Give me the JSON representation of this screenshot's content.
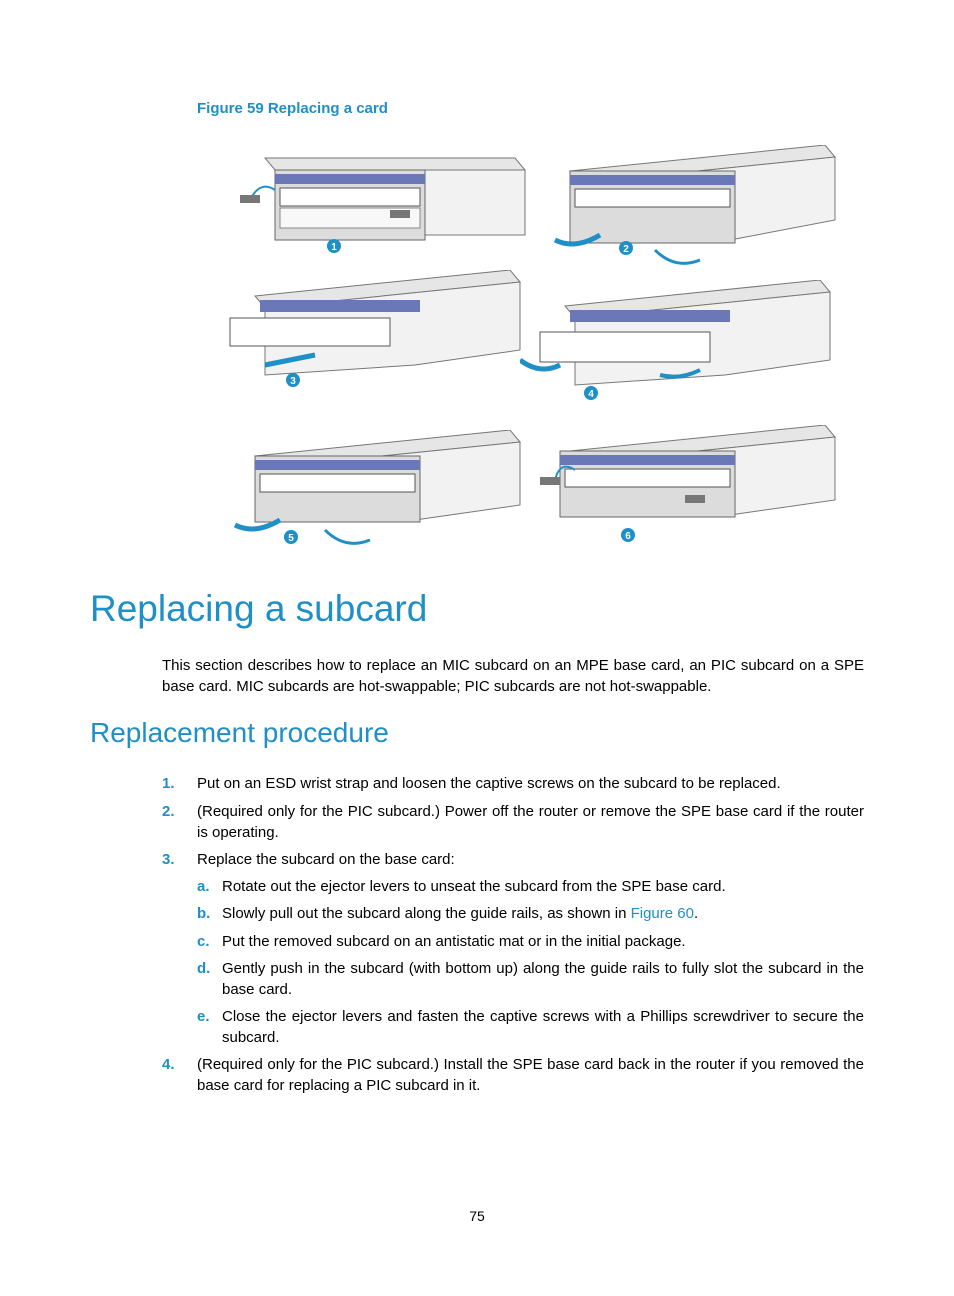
{
  "figure": {
    "caption": "Figure 59 Replacing a card",
    "step_markers": [
      "1",
      "2",
      "3",
      "4",
      "5",
      "6"
    ]
  },
  "heading": "Replacing a subcard",
  "intro": "This section describes how to replace an MIC subcard on an MPE base card, an PIC subcard on a SPE base card. MIC subcards are hot-swappable; PIC subcards are not hot-swappable.",
  "subheading": "Replacement procedure",
  "steps": [
    {
      "num": "1.",
      "text": "Put on an ESD wrist strap and loosen the captive screws on the subcard to be replaced."
    },
    {
      "num": "2.",
      "text": "(Required only for the PIC subcard.) Power off the router or remove the SPE base card if the router is operating."
    },
    {
      "num": "3.",
      "text": "Replace the subcard on the base card:"
    },
    {
      "num": "a.",
      "text": "Rotate out the ejector levers to unseat the subcard from the SPE base card."
    },
    {
      "num": "b.",
      "text_before": "Slowly pull out the subcard along the guide rails, as shown in ",
      "link": "Figure 60",
      "text_after": "."
    },
    {
      "num": "c.",
      "text": "Put the removed subcard on an antistatic mat or in the initial package."
    },
    {
      "num": "d.",
      "text": "Gently push in the subcard (with bottom up) along the guide rails to fully slot the subcard in the base card."
    },
    {
      "num": "e.",
      "text": "Close the ejector levers and fasten the captive screws with a Phillips screwdriver to secure the subcard."
    },
    {
      "num": "4.",
      "text": "(Required only for the PIC subcard.) Install the SPE base card back in the router if you removed the base card for replacing a PIC subcard in it."
    }
  ],
  "page_number": "75",
  "colors": {
    "accent": "#1f8fc7"
  }
}
